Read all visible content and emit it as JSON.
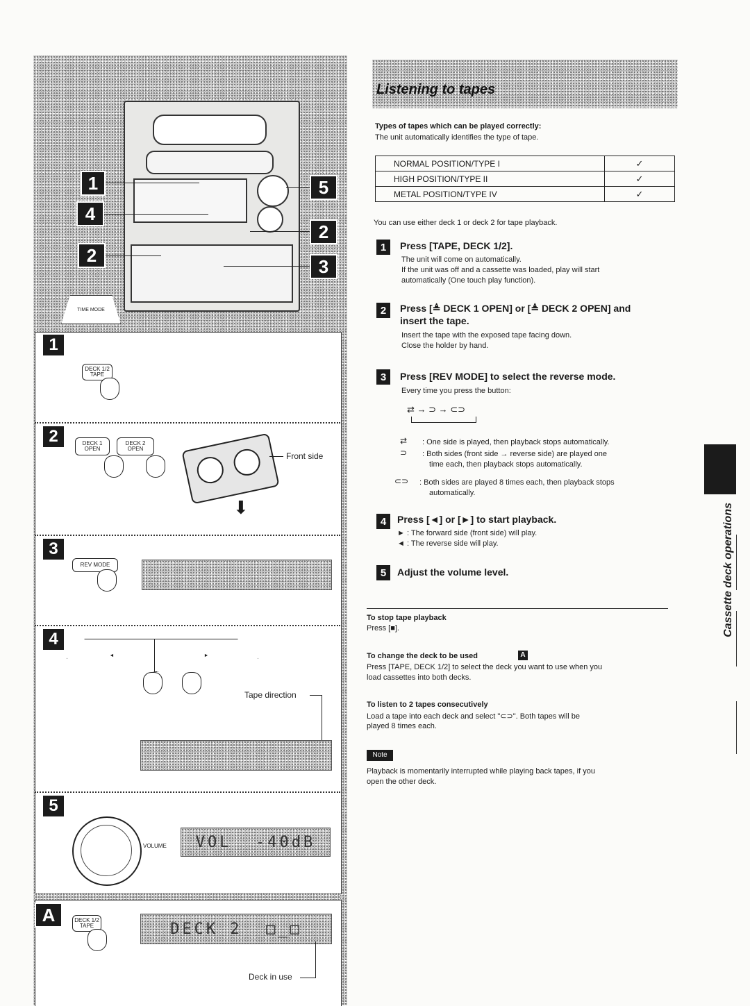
{
  "title": "Listening to tapes",
  "types_heading": "Types of tapes which can be played correctly:",
  "types_intro": "The unit automatically identifies the type of tape.",
  "tape_types": [
    {
      "name": "NORMAL POSITION/TYPE I",
      "check": "✓"
    },
    {
      "name": "HIGH POSITION/TYPE II",
      "check": "✓"
    },
    {
      "name": "METAL POSITION/TYPE IV",
      "check": "✓"
    }
  ],
  "deck_note": "You can use either deck 1 or deck 2 for tape playback.",
  "steps": [
    {
      "num": "1",
      "heading": "Press [TAPE, DECK 1/2].",
      "body": [
        "The unit will come on automatically.",
        "If the unit was off and a cassette was loaded, play will start",
        "automatically (One touch play function)."
      ]
    },
    {
      "num": "2",
      "heading": "Press [≜ DECK 1 OPEN] or [≜ DECK 2 OPEN] and",
      "heading2": "insert the tape.",
      "body": [
        "Insert the tape with the exposed tape facing down.",
        "Close the holder by hand."
      ]
    },
    {
      "num": "3",
      "heading": "Press [REV MODE] to select the reverse mode.",
      "body": [
        "Every time you press the button:"
      ]
    },
    {
      "num": "4",
      "heading": "Press [◄] or [►] to start playback.",
      "body": [
        "► : The forward side (front side) will play.",
        "◄ : The reverse side will play."
      ]
    },
    {
      "num": "5",
      "heading": "Adjust the volume level.",
      "body": []
    }
  ],
  "rev_sequence": "⇄ → ⊃ → ⊂⊃",
  "rev_modes": [
    {
      "symbol": "⇄",
      "lines": [
        ": One side is played, then playback stops automatically."
      ]
    },
    {
      "symbol": "⊃",
      "lines": [
        ": Both sides (front side → reverse side) are played one",
        "time each, then playback stops automatically."
      ]
    },
    {
      "symbol": "⊂⊃",
      "lines": [
        ": Both sides are played 8 times each, then playback stops",
        "automatically."
      ]
    }
  ],
  "stop": {
    "heading": "To stop tape playback",
    "body": "Press [■]."
  },
  "change": {
    "heading": "To change the deck to be used",
    "badge": "A",
    "body": [
      "Press [TAPE, DECK 1/2] to select the deck you want to use when you",
      "load cassettes into both decks."
    ]
  },
  "listen2": {
    "heading": "To listen to 2 tapes consecutively",
    "body": [
      "Load a tape into each deck and select \"⊂⊃\". Both tapes will be",
      "played 8 times each."
    ]
  },
  "note_badge": "Note",
  "note_body": [
    "Playback is momentarily interrupted while playing back tapes, if you",
    "open the other deck."
  ],
  "side_tab": "Cassette deck operations",
  "callouts": [
    "1",
    "4",
    "2",
    "5",
    "2",
    "3"
  ],
  "panel_nums": [
    "1",
    "2",
    "3",
    "4",
    "5",
    "A"
  ],
  "labels": {
    "front_side": "Front side",
    "tape_direction": "Tape direction",
    "deck_in_use": "Deck in use",
    "volume": "VOLUME",
    "tape_btn": "DECK 1/2 TAPE",
    "deck1_open": "DECK 1 OPEN",
    "deck2_open": "DECK 2 OPEN",
    "rev_mode": "REV MODE",
    "time_mode": "TIME MODE",
    "lcd_vol": "VOL  -40dB",
    "lcd_deck2": "DECK 2  □_□"
  }
}
